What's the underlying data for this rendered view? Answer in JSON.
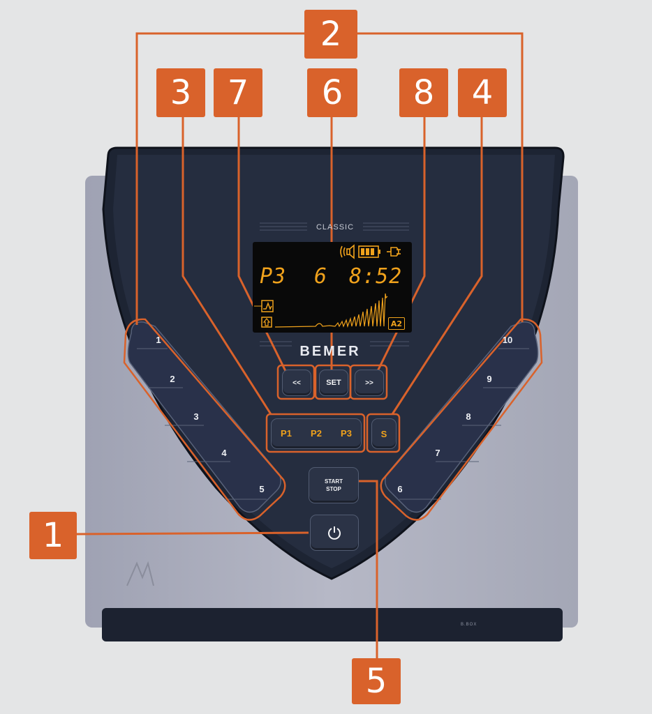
{
  "callouts": {
    "c1": "1",
    "c2": "2",
    "c3": "3",
    "c4": "4",
    "c5": "5",
    "c6": "6",
    "c7": "7",
    "c8": "8"
  },
  "device": {
    "model_label": "CLASSIC",
    "brand": "BEMER",
    "base_label": "B.BOX"
  },
  "display": {
    "program": "P3",
    "level": "6",
    "timer": "8:52",
    "mode_badge": "A2",
    "battery_level": 1.0,
    "icons": [
      "sound-icon",
      "battery-icon",
      "power-plug-icon",
      "pulse-mode-icon",
      "upload-icon"
    ]
  },
  "buttons": {
    "prev": "<<",
    "set": "SET",
    "next": ">>",
    "p1": "P1",
    "p2": "P2",
    "p3": "P3",
    "s": "S",
    "start_line1": "START",
    "start_line2": "STOP"
  },
  "levels_left": [
    "1",
    "2",
    "3",
    "4",
    "5"
  ],
  "levels_right": [
    "10",
    "9",
    "8",
    "7",
    "6"
  ],
  "colors": {
    "callout": "#d9622b",
    "display_digits": "#f0a21c",
    "panel": "#232a3a",
    "housing": "#a7aab9"
  }
}
